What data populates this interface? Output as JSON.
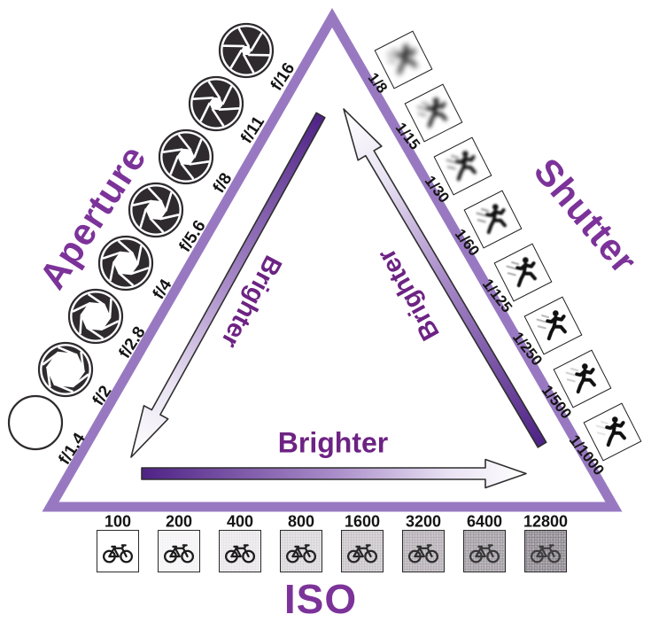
{
  "diagram": {
    "headings": {
      "aperture": "Aperture",
      "shutter": "Shutter",
      "iso": "ISO"
    },
    "brighter_labels": {
      "left": "Brighter",
      "right": "Brighter",
      "bottom": "Brighter"
    },
    "aperture": {
      "icon": "aperture-iris-icon",
      "items": [
        {
          "label": "f/16",
          "opening": 0.22
        },
        {
          "label": "f/11",
          "opening": 0.3
        },
        {
          "label": "f/8",
          "opening": 0.38
        },
        {
          "label": "f/5.6",
          "opening": 0.46
        },
        {
          "label": "f/4",
          "opening": 0.55
        },
        {
          "label": "f/2.8",
          "opening": 0.66
        },
        {
          "label": "f/2",
          "opening": 0.84
        },
        {
          "label": "f/1.4",
          "opening": 0.98
        }
      ]
    },
    "shutter": {
      "icon": "runner-icon",
      "items": [
        {
          "label": "1/8",
          "blur": 3.2,
          "streaks": 0.95
        },
        {
          "label": "1/15",
          "blur": 2.4,
          "streaks": 0.9
        },
        {
          "label": "1/30",
          "blur": 1.7,
          "streaks": 0.8
        },
        {
          "label": "1/60",
          "blur": 1.1,
          "streaks": 0.7
        },
        {
          "label": "1/125",
          "blur": 0.55,
          "streaks": 0.55
        },
        {
          "label": "1/250",
          "blur": 0.3,
          "streaks": 0.45
        },
        {
          "label": "1/500",
          "blur": 0.1,
          "streaks": 0.3
        },
        {
          "label": "1/1000",
          "blur": 0.0,
          "streaks": 0.18
        }
      ]
    },
    "iso": {
      "icon": "bicycle-icon",
      "items": [
        {
          "label": "100",
          "bg": "#ffffff",
          "noise": 0.0,
          "icon_opacity": 1.0
        },
        {
          "label": "200",
          "bg": "#fbfafb",
          "noise": 0.04,
          "icon_opacity": 1.0
        },
        {
          "label": "400",
          "bg": "#f3f1f3",
          "noise": 0.07,
          "icon_opacity": 1.0
        },
        {
          "label": "800",
          "bg": "#eae7ea",
          "noise": 0.11,
          "icon_opacity": 0.97
        },
        {
          "label": "1600",
          "bg": "#dedade",
          "noise": 0.15,
          "icon_opacity": 0.93
        },
        {
          "label": "3200",
          "bg": "#d1ccd1",
          "noise": 0.2,
          "icon_opacity": 0.88
        },
        {
          "label": "6400",
          "bg": "#c3bec4",
          "noise": 0.26,
          "icon_opacity": 0.8
        },
        {
          "label": "12800",
          "bg": "#b4aeb5",
          "noise": 0.33,
          "icon_opacity": 0.72
        }
      ]
    },
    "colors": {
      "triangle": "#9879c1",
      "arrow_dark": "#4e2286",
      "arrow_mid": "#a98cc9",
      "arrow_light": "#ffffff",
      "arrow_outline": "#2f2f2f",
      "heading": "#7c3399",
      "brighter": "#6d2383",
      "label": "#141414"
    }
  }
}
